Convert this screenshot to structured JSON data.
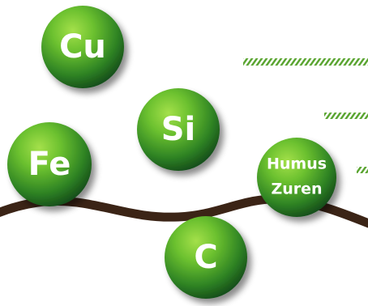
{
  "colors": {
    "orb_light": "#8fd437",
    "orb_mid": "#4fa52a",
    "orb_dark": "#1c5a1f",
    "orb_text": "#ffffff",
    "soil_line": "#3b2416",
    "hatch": "#5ba532"
  },
  "elements": {
    "cu": {
      "label": "Cu"
    },
    "si": {
      "label": "Si"
    },
    "fe": {
      "label": "Fe"
    },
    "c": {
      "label": "C"
    },
    "humus": {
      "line1": "Humus",
      "line2": "Zuren"
    }
  }
}
